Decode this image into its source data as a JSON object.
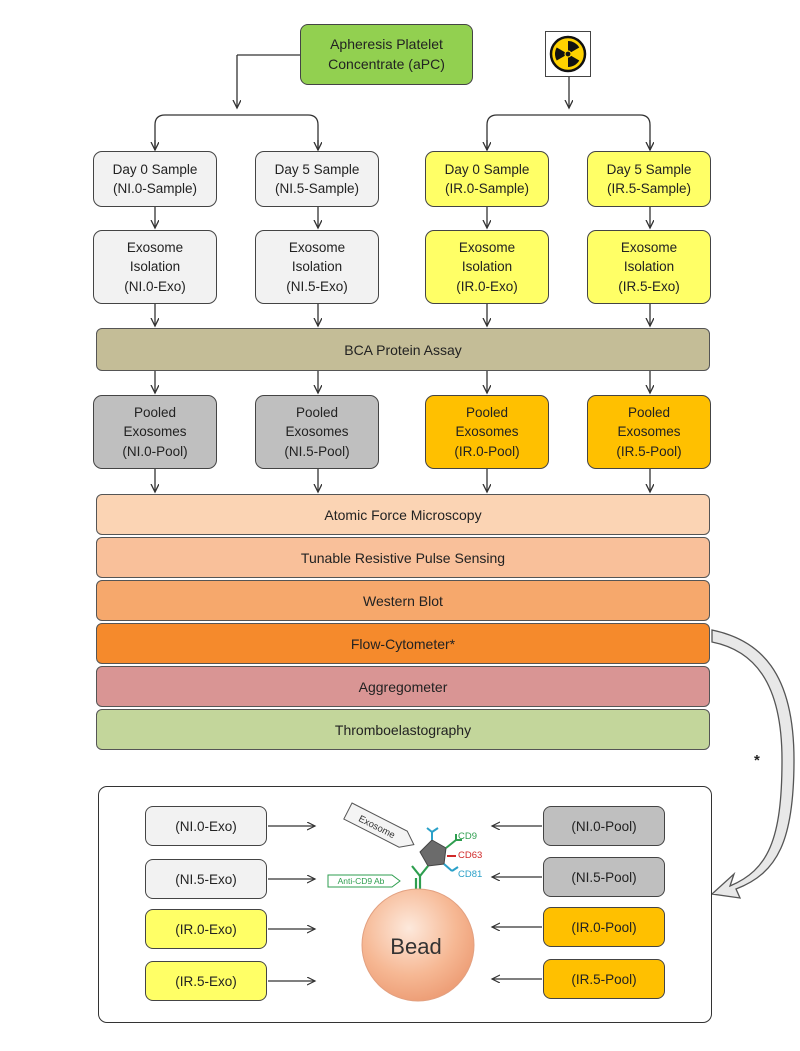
{
  "source": {
    "label": "Apheresis Platelet\nConcentrate (aPC)"
  },
  "radiation": {
    "icon": "radiation-icon"
  },
  "samples": [
    {
      "label": "Day 0 Sample\n(NI.0-Sample)",
      "group": "ni"
    },
    {
      "label": "Day 5 Sample\n(NI.5-Sample)",
      "group": "ni"
    },
    {
      "label": "Day 0 Sample\n(IR.0-Sample)",
      "group": "ir"
    },
    {
      "label": "Day 5 Sample\n(IR.5-Sample)",
      "group": "ir"
    }
  ],
  "isolations": [
    {
      "label": "Exosome\nIsolation\n(NI.0-Exo)"
    },
    {
      "label": "Exosome\nIsolation\n(NI.5-Exo)"
    },
    {
      "label": "Exosome\nIsolation\n(IR.0-Exo)"
    },
    {
      "label": "Exosome\nIsolation\n(IR.5-Exo)"
    }
  ],
  "bca": {
    "label": "BCA Protein Assay",
    "color": "#c4bd97"
  },
  "pools": [
    {
      "label": "Pooled\nExosomes\n(NI.0-Pool)"
    },
    {
      "label": "Pooled\nExosomes\n(NI.5-Pool)"
    },
    {
      "label": "Pooled\nExosomes\n(IR.0-Pool)"
    },
    {
      "label": "Pooled\nExosomes\n(IR.5-Pool)"
    }
  ],
  "analyses": [
    {
      "label": "Atomic Force Microscopy",
      "color": "#fbd4b4"
    },
    {
      "label": "Tunable Resistive Pulse Sensing",
      "color": "#f9c09a"
    },
    {
      "label": "Western Blot",
      "color": "#f6a86c"
    },
    {
      "label": "Flow-Cytometer*",
      "color": "#f58a2c"
    },
    {
      "label": "Aggregometer",
      "color": "#d99594"
    },
    {
      "label": "Thromboelastography",
      "color": "#c3d69b"
    }
  ],
  "asterisk": "*",
  "flow_detail": {
    "left_inputs": [
      "(NI.0-Exo)",
      "(NI.5-Exo)",
      "(IR.0-Exo)",
      "(IR.5-Exo)"
    ],
    "right_inputs": [
      "(NI.0-Pool)",
      "(NI.5-Pool)",
      "(IR.0-Pool)",
      "(IR.5-Pool)"
    ],
    "exosome_label": "Exosome",
    "antibody_label": "Anti-CD9 Ab",
    "markers": [
      {
        "label": "CD9",
        "color": "#2e9e4f"
      },
      {
        "label": "CD63",
        "color": "#d02828"
      },
      {
        "label": "CD81",
        "color": "#2aa0c8"
      }
    ],
    "bead_label": "Bead"
  },
  "colors": {
    "ni": "#f2f2f2",
    "ir": "#ffff66",
    "ni_pool": "#bfbfbf",
    "ir_pool": "#ffc000",
    "source": "#92d050"
  }
}
